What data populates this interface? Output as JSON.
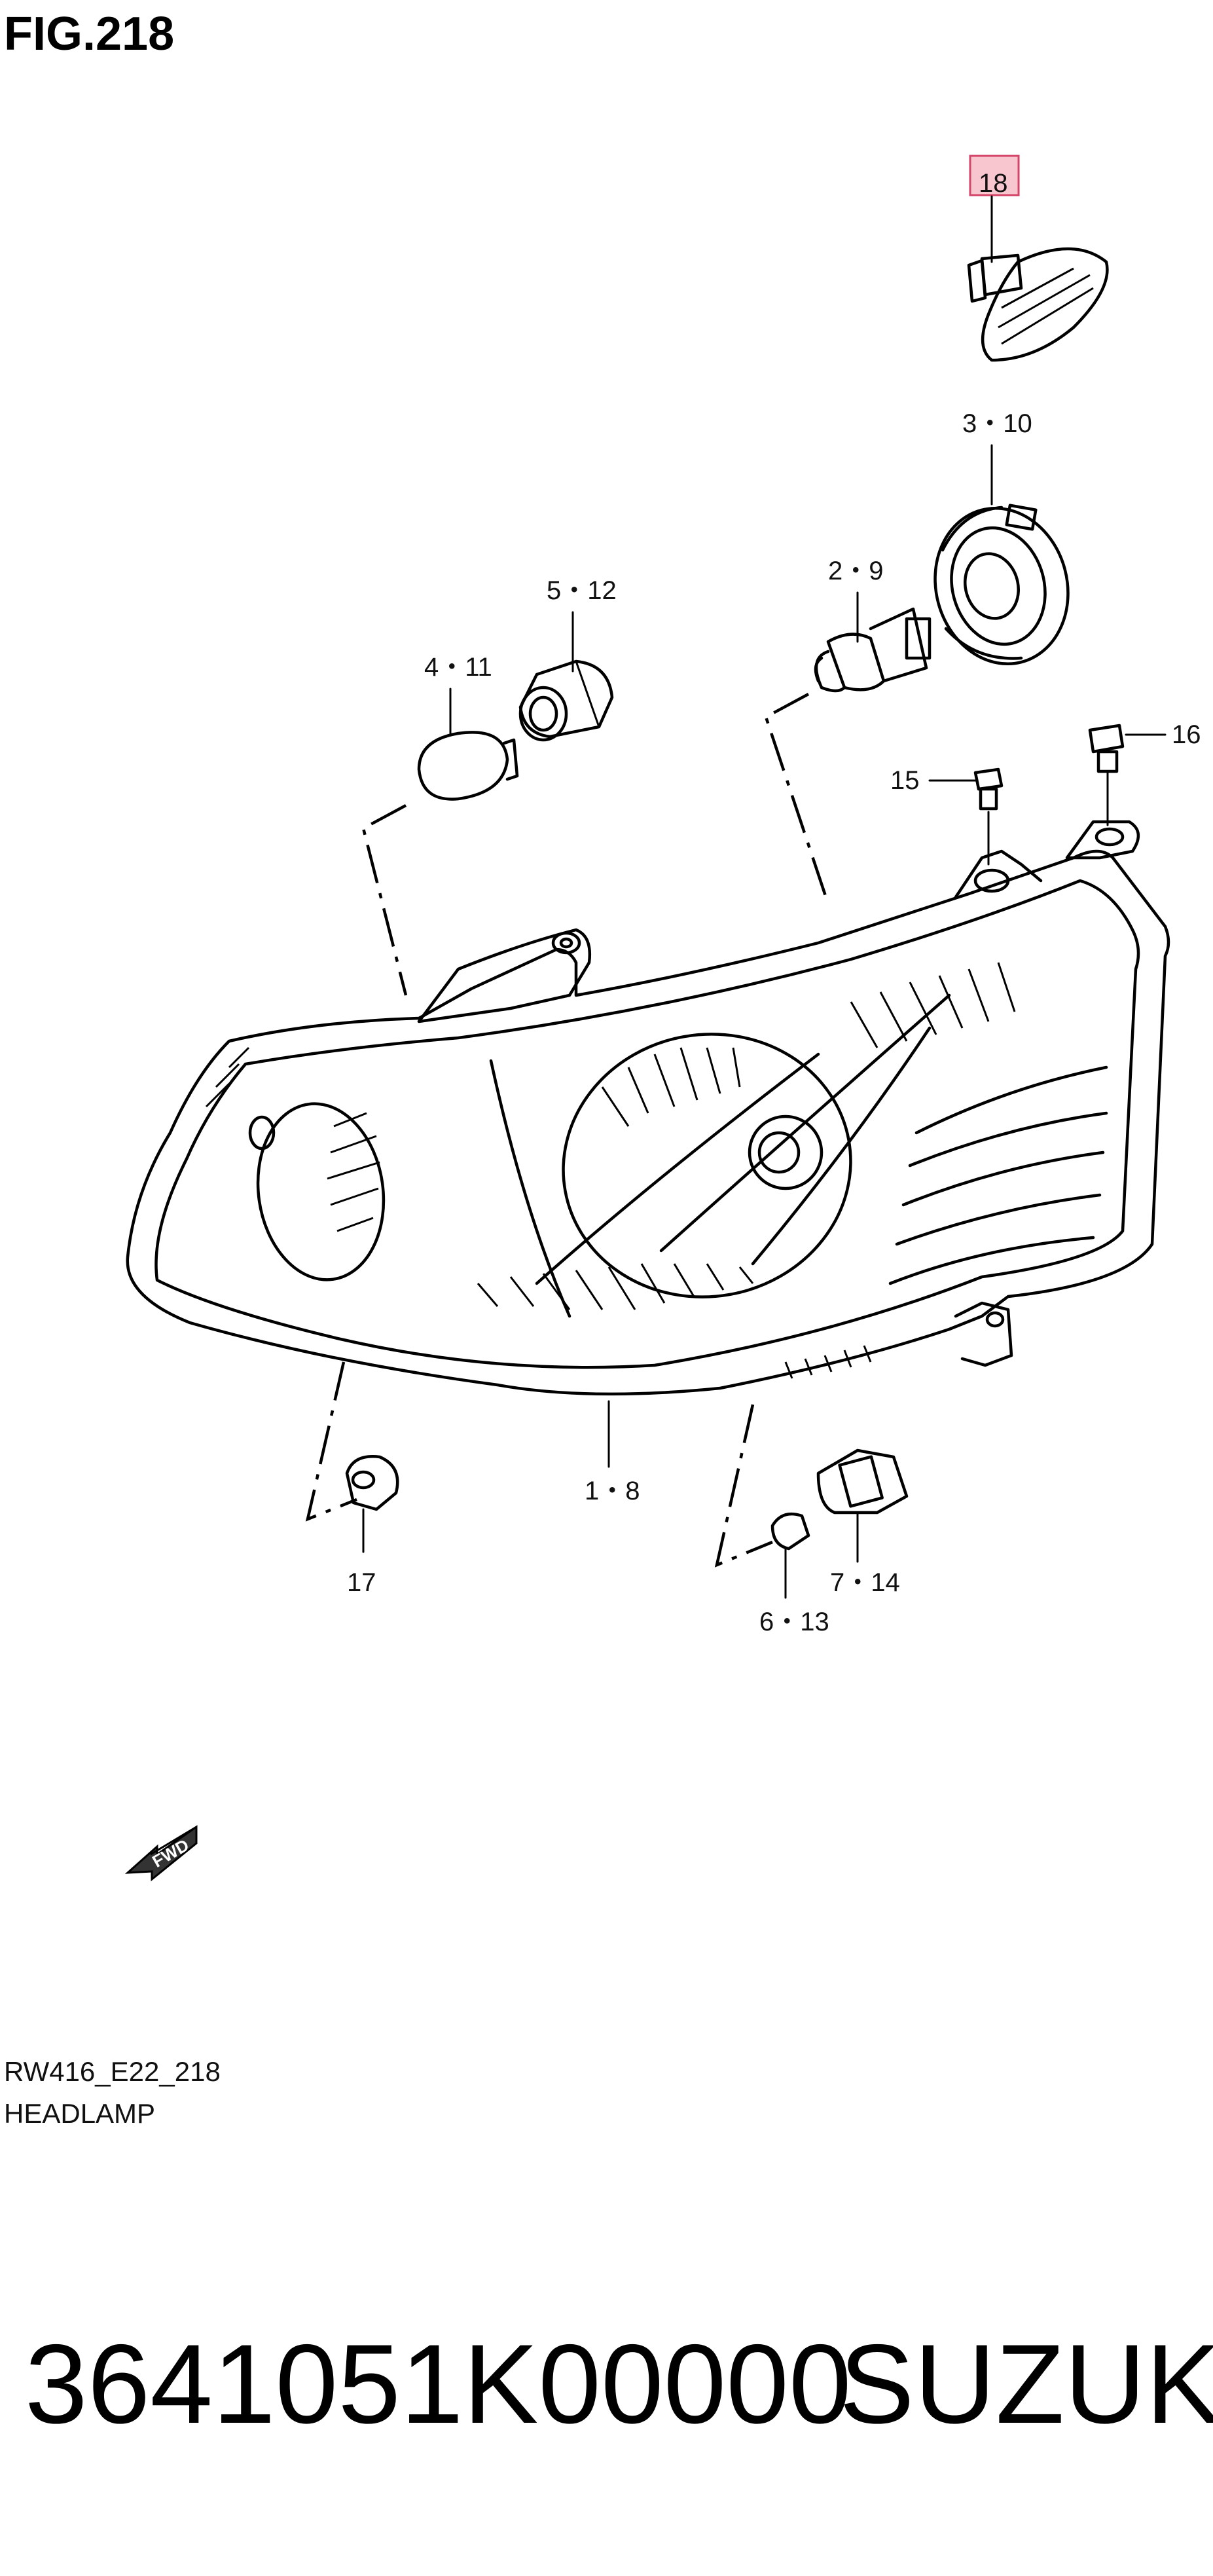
{
  "figure": {
    "title": "FIG.218",
    "code": "RW416_E22_218",
    "name": "HEADLAMP"
  },
  "callouts": [
    {
      "id": "c18",
      "text": "18",
      "highlighted": true
    },
    {
      "id": "c3-10",
      "text": "3・10"
    },
    {
      "id": "c2-9",
      "text": "2・9"
    },
    {
      "id": "c5-12",
      "text": "5・12"
    },
    {
      "id": "c4-11",
      "text": "4・11"
    },
    {
      "id": "c15",
      "text": "15"
    },
    {
      "id": "c16",
      "text": "16"
    },
    {
      "id": "c1-8",
      "text": "1・8"
    },
    {
      "id": "c17",
      "text": "17"
    },
    {
      "id": "c7-14",
      "text": "7・14"
    },
    {
      "id": "c6-13",
      "text": "6・13"
    }
  ],
  "fwd_label": "FWD",
  "footer": {
    "part_number": "3641051K00000",
    "brand": "SUZUKI"
  },
  "colors": {
    "highlight_fill": "#f7c6cf",
    "highlight_stroke": "#d4456a",
    "ink": "#000000"
  }
}
